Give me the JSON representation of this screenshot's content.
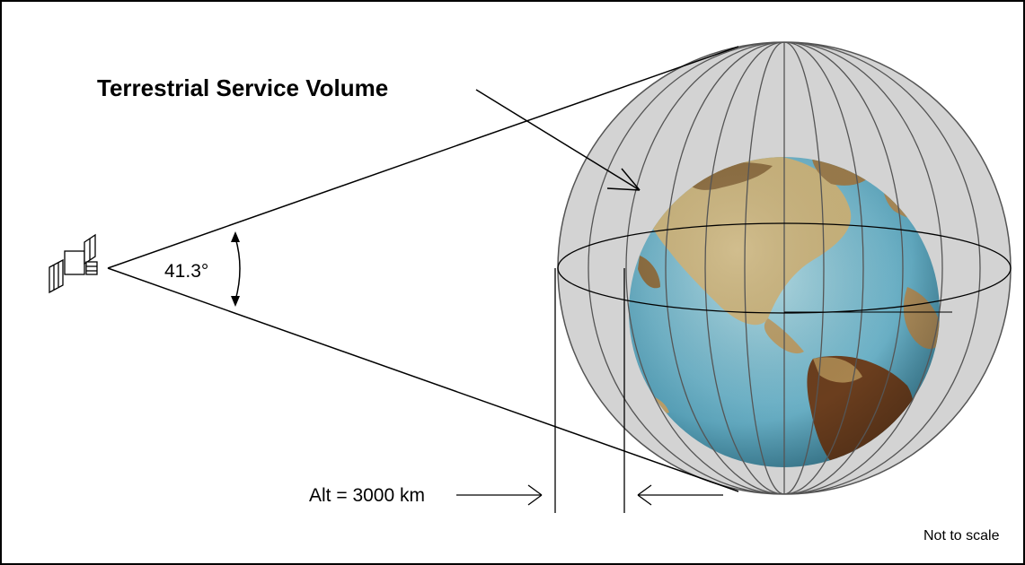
{
  "diagram": {
    "title": "Terrestrial Service Volume",
    "angle_label": "41.3°",
    "altitude_label": "Alt = 3000 km",
    "note": "Not to scale",
    "icons": {
      "spacecraft": "satellite-icon",
      "earth": "earth-globe-icon"
    },
    "colors": {
      "volume_fill": "#d3d3d3",
      "ocean": "#6fb3c8",
      "land": "#c9b27a",
      "land_dark": "#6b3e1e",
      "line": "#000000"
    }
  }
}
